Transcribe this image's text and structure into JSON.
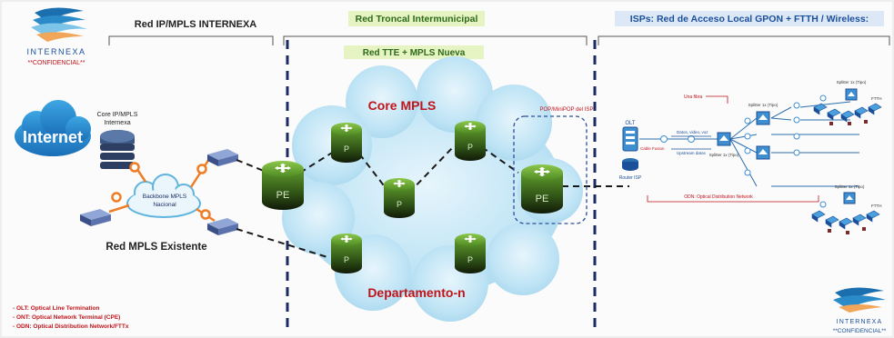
{
  "logo": {
    "brand": "INTERNEXA",
    "confidential": "**CONFIDENCIAL**"
  },
  "sections": {
    "left": "Red IP/MPLS INTERNEXA",
    "middle": "Red Troncal Intermunicipal",
    "middle_sub": "Red TTE + MPLS Nueva",
    "right": "ISPs: Red de Acceso Local GPON + FTTH / Wireless:"
  },
  "left_network": {
    "internet": "Internet",
    "core_label_line1": "Core IP/MPLS",
    "core_label_line2": "Internexa",
    "backbone_line1": "Backbone MPLS",
    "backbone_line2": "Nacional",
    "existing": "Red MPLS Existente"
  },
  "cloud": {
    "core_title": "Core MPLS",
    "department": "Departamento-n"
  },
  "routers": {
    "pe": "PE",
    "p": "P"
  },
  "access": {
    "pop_label": "POP/MiniPOP del ISP",
    "olt": "OLT",
    "router_isp": "Router ISP",
    "cable_fusion": "Cable Fusion",
    "uno_fibra": "Una fibra",
    "splitter_1n": "Splitter 1x (Tipo)",
    "splitter_2n": "Splitter 1x (Tipo)",
    "splitter_top": "Splitter 1x (Tipo)",
    "splitter_bottom": "Splitter 1x (Tipo)",
    "ftth_top": "FTTH",
    "ftth_bottom": "FTTH",
    "odn": "ODN: Optical Distribution Network",
    "down_label": "Datos, video, voz",
    "up_label": "Upstream datos"
  },
  "legend": [
    "- OLT: Optical Line Termination",
    "- ONT: Optical Network Terminal (CPE)",
    "- ODN: Optical Distribution Network/FTTx"
  ],
  "colors": {
    "cloud": "#b9e1f3",
    "router_green": "#5a9a2a",
    "router_dark": "#1d2a12",
    "title_red": "#c0141b",
    "section_green_bg": "#e6f3c2",
    "section_green_text": "#2d6a1a",
    "section_blue_text": "#1b4f9a",
    "dash_navy": "#1b2b63",
    "link_orange": "#ee7d26"
  }
}
